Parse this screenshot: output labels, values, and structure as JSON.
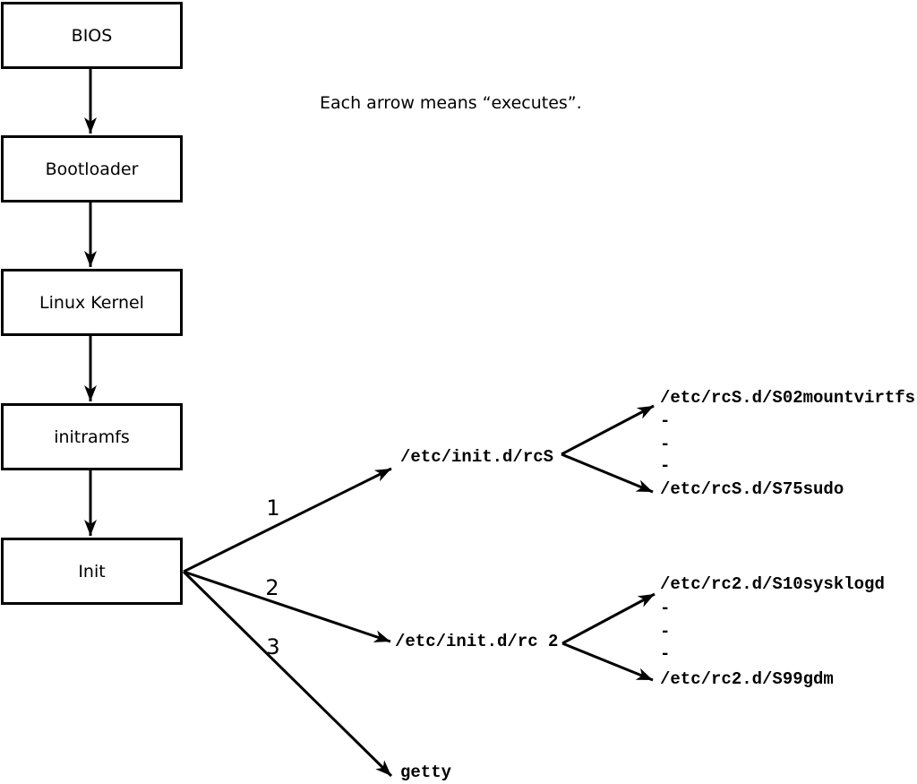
{
  "caption": "Each arrow means “executes”.",
  "nodes": [
    {
      "label": "BIOS"
    },
    {
      "label": "Bootloader"
    },
    {
      "label": "Linux Kernel"
    },
    {
      "label": "initramfs"
    },
    {
      "label": "Init"
    }
  ],
  "edge_labels": [
    "1",
    "2",
    "3"
  ],
  "targets": [
    {
      "label": "/etc/init.d/rcS"
    },
    {
      "label": "/etc/init.d/rc 2"
    },
    {
      "label": "getty"
    }
  ],
  "rcS_entries": [
    "/etc/rcS.d/S02mountvirtfs",
    "-",
    "-",
    "-",
    "/etc/rcS.d/S75sudo"
  ],
  "rc2_entries": [
    "/etc/rc2.d/S10sysklogd",
    "-",
    "-",
    "-",
    "/etc/rc2.d/S99gdm"
  ],
  "colors": {
    "ink": "#000000",
    "background": "#ffffff"
  }
}
